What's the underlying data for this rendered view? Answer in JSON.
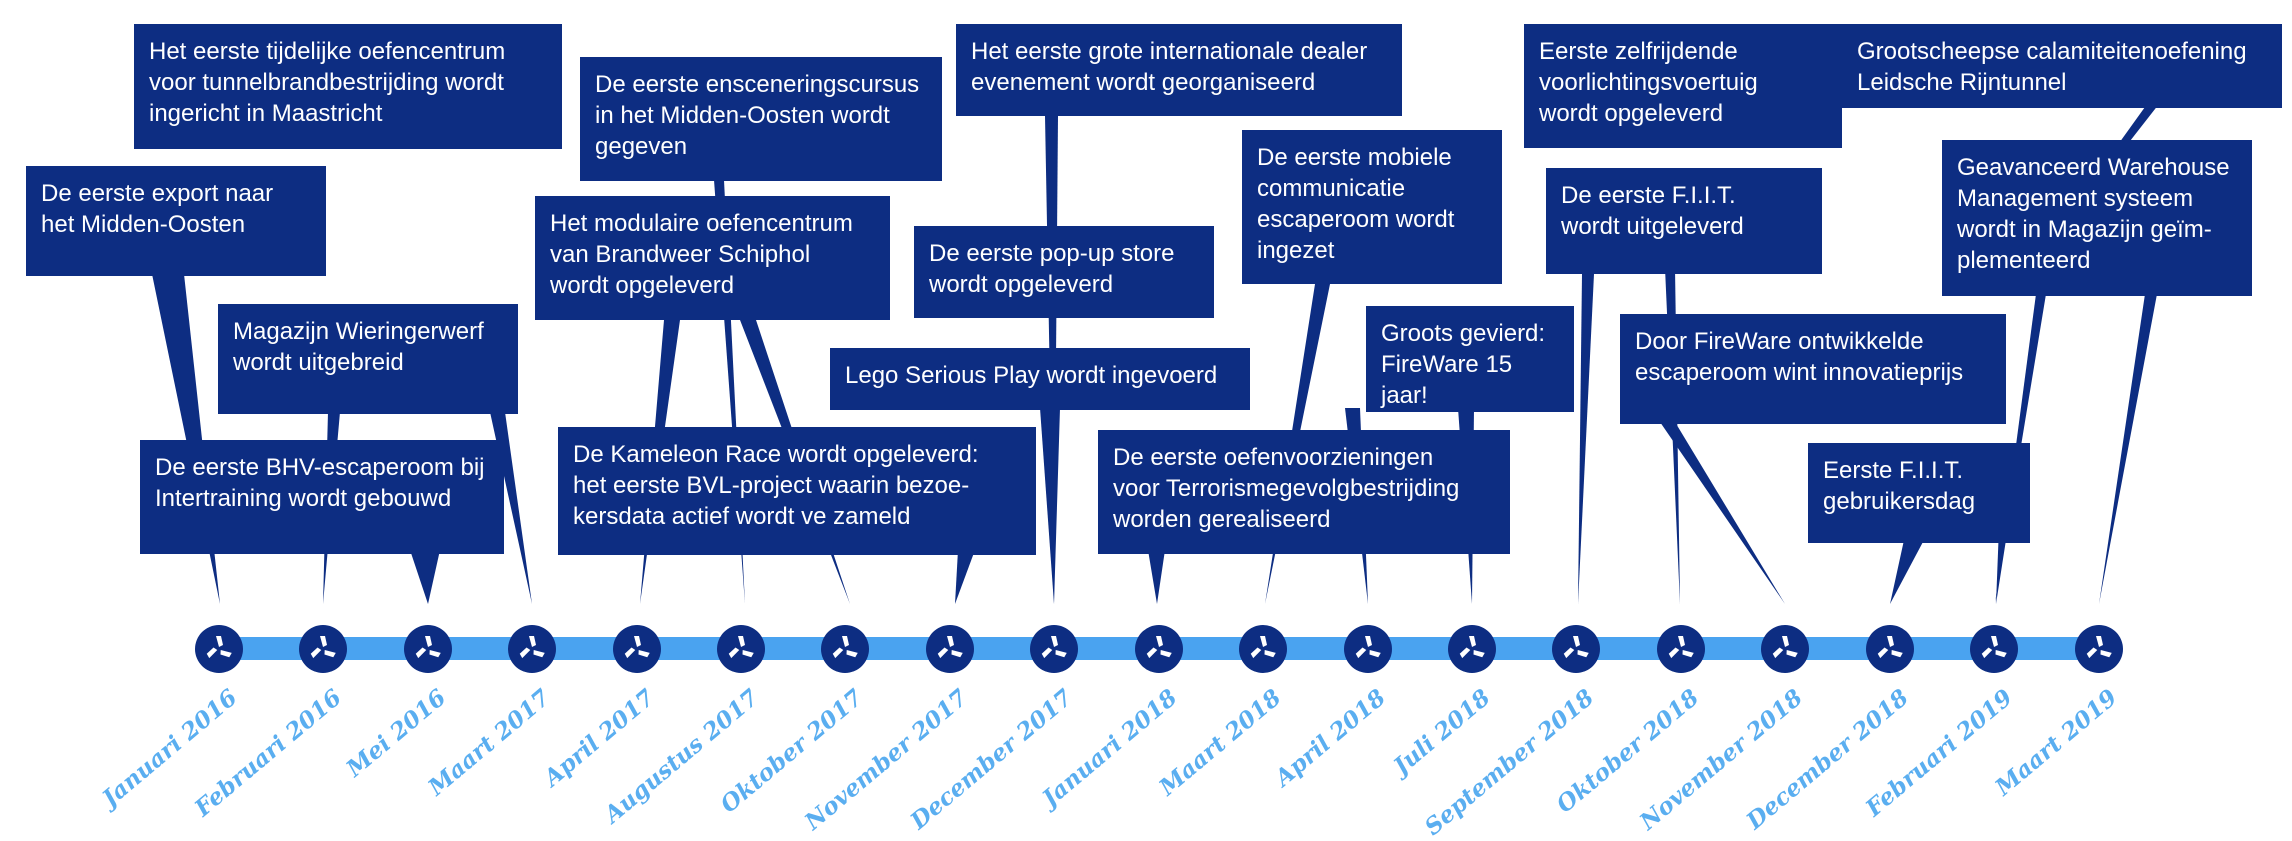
{
  "colors": {
    "box_fill": "#0d2d82",
    "box_text": "#ffffff",
    "timeline_bar": "#4aa3f0",
    "node_fill": "#0d2d82",
    "date_text": "#5aaef0"
  },
  "node_icon": "fireware-logo-icon",
  "dates": [
    "Januari 2016",
    "Februari 2016",
    "Mei 2016",
    "Maart 2017",
    "April 2017",
    "Augustus 2017",
    "Oktober 2017",
    "November 2017",
    "December 2017",
    "Januari 2018",
    "Maart 2018",
    "April 2018",
    "Juli 2018",
    "September 2018",
    "Oktober 2018",
    "November 2018",
    "December 2018",
    "Februari 2019",
    "Maart 2019"
  ],
  "events": [
    "De eerste export naar\nhet Midden-Oosten",
    "Het eerste tijdelijke oefencentrum\nvoor tunnelbrandbestrijding wordt\ningericht in Maastricht",
    "Magazijn Wieringerwerf\nwordt uitgebreid",
    "De eerste BHV-escaperoom bij\nIntertraining wordt gebouwd",
    "De eerste ensceneringscursus\nin het Midden-Oosten wordt\ngegeven",
    "Het modulaire oefencentrum\nvan Brandweer Schiphol\nwordt opgeleverd",
    "De Kameleon Race wordt opgeleverd:\nhet eerste BVL-project waarin bezoe-\nkersdata actief wordt ve  zameld",
    "Het eerste grote internationale dealer\nevenement wordt georganiseerd",
    "De eerste pop-up store\nwordt opgeleverd",
    "Lego Serious Play wordt ingevoerd",
    "De eerste mobiele\ncommunicatie\nescaperoom wordt\ningezet",
    "De eerste oefenvoorzieningen\nvoor Terrorismegevolgbestrijding\nworden gerealiseerd",
    "Groots gevierd:\nFireWare 15 jaar!",
    "Eerste zelfrijdende\nvoorlichtingsvoertuig\nwordt opgeleverd",
    "De eerste F.I.I.T.\nwordt uitgeleverd",
    "Door FireWare ontwikkelde\nescaperoom wint innovatieprijs",
    "Eerste F.I.I.T.\ngebruikersdag",
    "Grootscheepse calamiteitenoefening\nLeidsche Rijntunnel",
    "Geavanceerd Warehouse\nManagement systeem\nwordt in Magazijn geïm-\nplementeerd"
  ]
}
